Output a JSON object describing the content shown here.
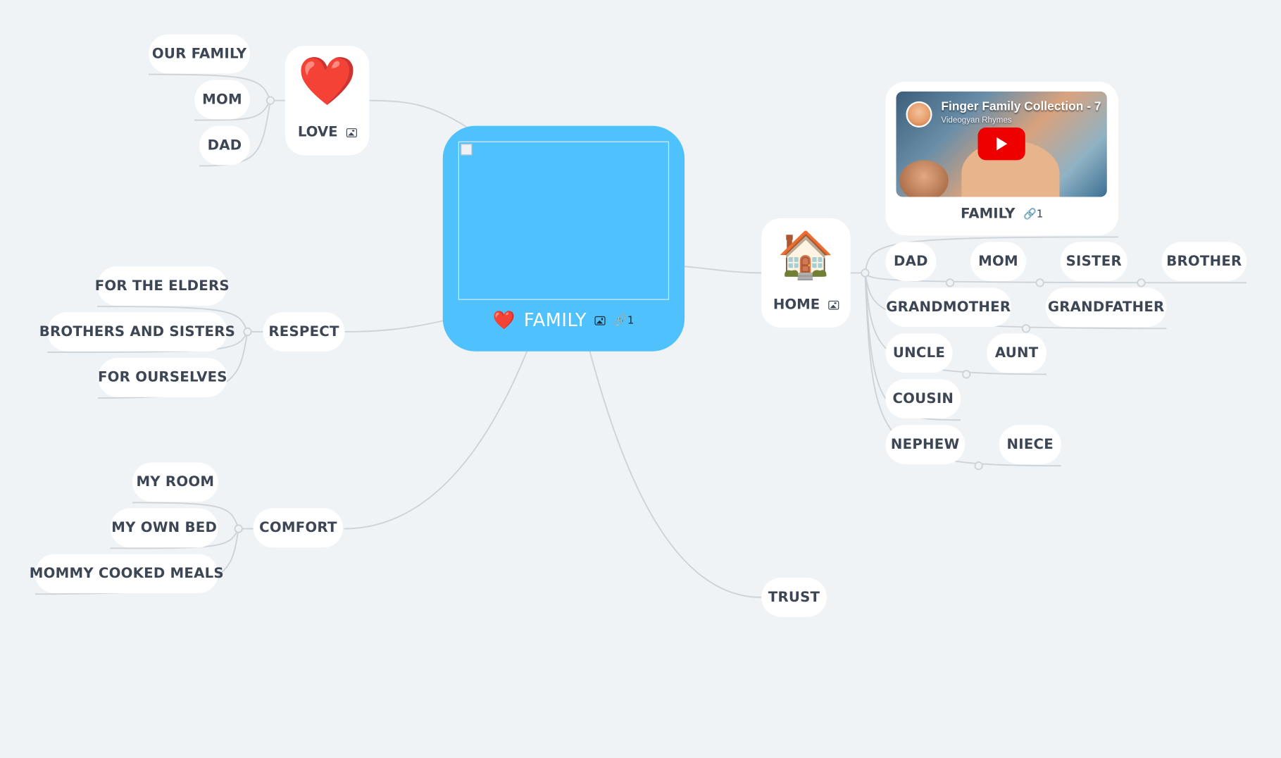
{
  "central": {
    "emoji": "❤️",
    "label": "FAMILY",
    "link_count": "1"
  },
  "love": {
    "label": "LOVE",
    "emoji": "❤️",
    "children": [
      "OUR FAMILY",
      "MOM",
      "DAD"
    ]
  },
  "respect": {
    "label": "RESPECT",
    "children": [
      "FOR THE ELDERS",
      "BROTHERS AND SISTERS",
      "FOR OURSELVES"
    ]
  },
  "comfort": {
    "label": "COMFORT",
    "children": [
      "MY ROOM",
      "MY OWN BED",
      "MOMMY COOKED MEALS"
    ]
  },
  "trust": {
    "label": "TRUST"
  },
  "home": {
    "label": "HOME",
    "emoji": "🏠",
    "video": {
      "title": "Finger Family Collection - 7",
      "channel": "Videogyan Rhymes",
      "label": "FAMILY",
      "link_count": "1"
    },
    "members": [
      "DAD",
      "MOM",
      "SISTER",
      "BROTHER",
      "GRANDMOTHER",
      "GRANDFATHER",
      "UNCLE",
      "AUNT",
      "COUSIN",
      "NEPHEW",
      "NIECE"
    ]
  },
  "colors": {
    "background": "#eff3f6",
    "central_fill": "#4fc1fc",
    "node_fill": "#ffffff",
    "text": "#3d4654",
    "connector": "#ccd3d8"
  }
}
